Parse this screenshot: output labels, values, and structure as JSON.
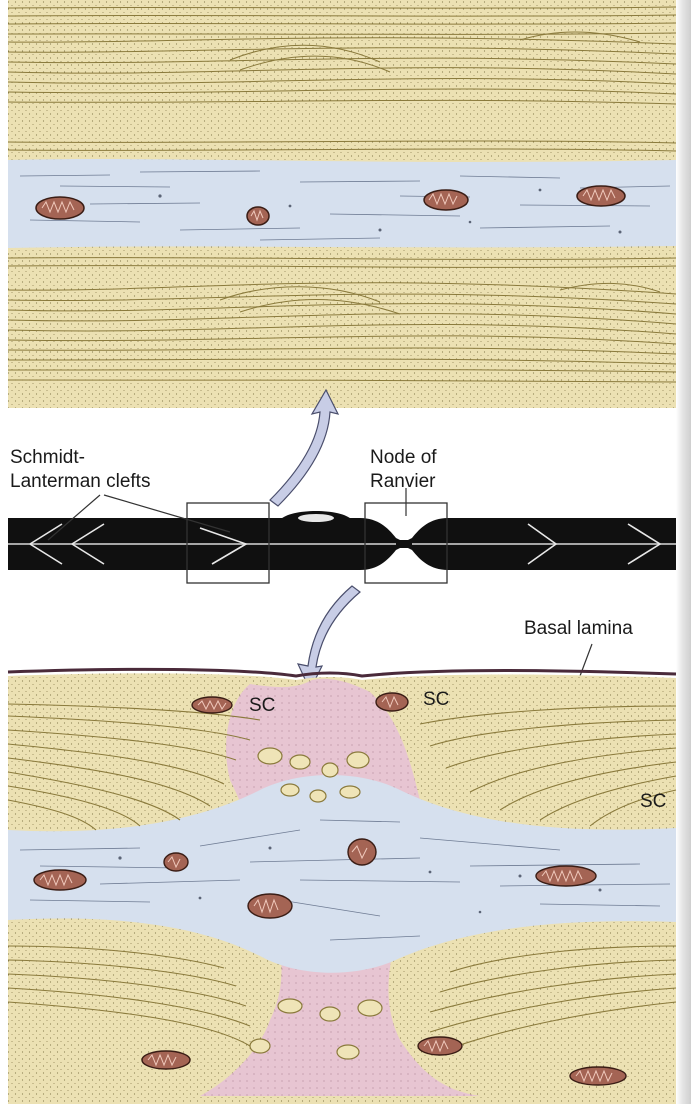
{
  "labels": {
    "sl_clefts_line1": "Schmidt-",
    "sl_clefts_line2": "Lanterman clefts",
    "node_line1": "Node of",
    "node_line2": "Ranvier",
    "basal_lamina": "Basal lamina",
    "sc_1": "SC",
    "sc_2": "SC",
    "sc_3": "SC"
  },
  "colors": {
    "myelin": "#e8dcab",
    "myelin_line": "#8a7a3c",
    "axoplasm": "#d4deed",
    "node_cytoplasm": "#e5c2d0",
    "mitochondria": "#a46454",
    "schematic_fiber": "#101010",
    "arrow_fill": "#c8cde6"
  }
}
